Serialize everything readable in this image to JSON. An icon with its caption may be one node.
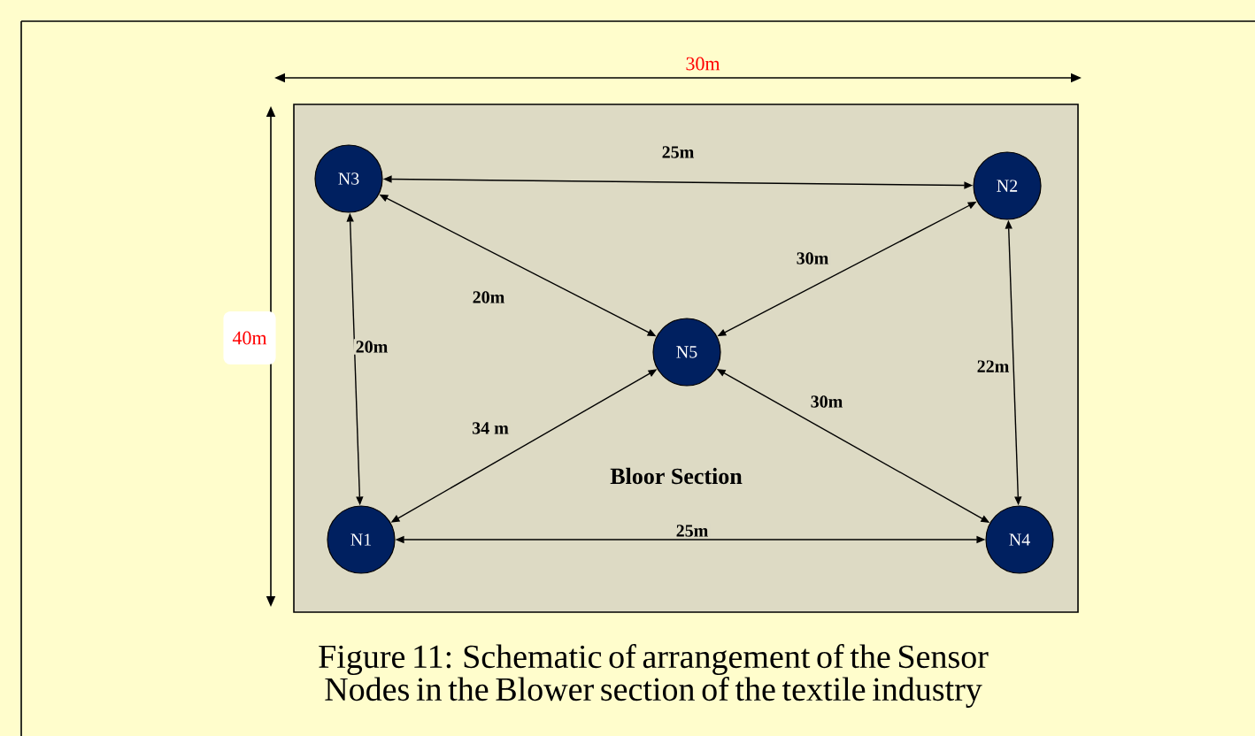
{
  "diagram": {
    "caption": "Figure 11: Schematic of arrangement of the Sensor Nodes in the Blower section of the textile industry",
    "nodes": [
      {
        "text": [
          "N3"
        ]
      },
      {
        "text": [
          "N2"
        ]
      },
      {
        "text": [
          "N5"
        ]
      },
      {
        "text": [
          "N1"
        ]
      },
      {
        "text": [
          "N4"
        ]
      }
    ],
    "edges": [
      {
        "from": 0,
        "to": 1,
        "arrow": "both",
        "label": "25m"
      },
      {
        "from": 0,
        "to": 2,
        "arrow": "both",
        "label": "20m"
      },
      {
        "from": 0,
        "to": 3,
        "arrow": "both",
        "label": "20m"
      },
      {
        "from": 1,
        "to": 2,
        "arrow": "both",
        "label": "30m"
      },
      {
        "from": 1,
        "to": 4,
        "arrow": "both",
        "label": "22m"
      },
      {
        "from": 2,
        "to": 3,
        "arrow": "both",
        "label": "34 m"
      },
      {
        "from": 2,
        "to": 4,
        "arrow": "both",
        "label": "30m"
      },
      {
        "from": 3,
        "to": 4,
        "arrow": "both",
        "label": "25m"
      }
    ],
    "labels": [
      "30m",
      "40m",
      "Bloor Section"
    ]
  }
}
